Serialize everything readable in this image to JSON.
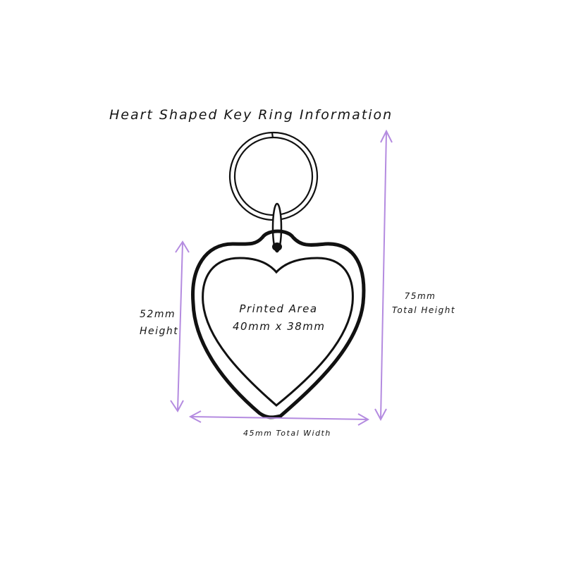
{
  "title": "Heart Shaped Key Ring Information",
  "dimensions": {
    "height": {
      "value": "52mm",
      "label": "Height"
    },
    "total_height": {
      "value": "75mm",
      "label": "Total Height"
    },
    "total_width": {
      "value": "45mm",
      "label": "Total Width"
    },
    "printed_area": {
      "label": "Printed Area",
      "value": "40mm x 38mm"
    }
  },
  "colors": {
    "arrow": "#b48be0",
    "outline": "#111111",
    "background": "#ffffff"
  }
}
